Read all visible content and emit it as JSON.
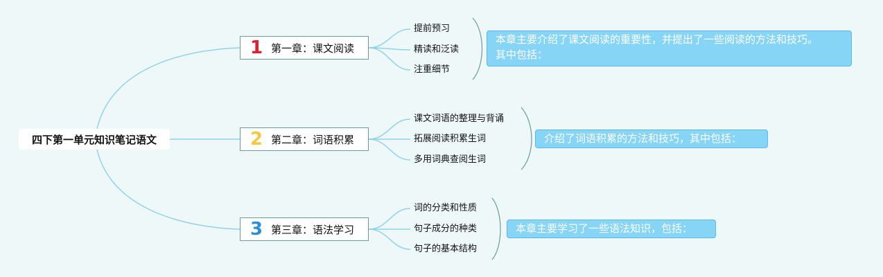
{
  "root": {
    "label": "四下第一单元知识笔记语文"
  },
  "chapters": [
    {
      "number": "1",
      "number_color": "#e0202e",
      "title": "第一章：课文阅读",
      "items": [
        "提前预习",
        "精读和泛读",
        "注重细节"
      ],
      "summary_line1": "本章主要介绍了课文阅读的重要性，并提出了一些阅读的方法和技巧。",
      "summary_line2": "其中包括："
    },
    {
      "number": "2",
      "number_color": "#f5c842",
      "title": "第二章：词语积累",
      "items": [
        "课文词语的整理与背诵",
        "拓展阅读积累生词",
        "多用词典查阅生词"
      ],
      "summary_line1": "介绍了词语积累的方法和技巧，其中包括："
    },
    {
      "number": "3",
      "number_color": "#2b8fd6",
      "title": "第三章：语法学习",
      "items": [
        "词的分类和性质",
        "句子成分的种类",
        "句子的基本结构"
      ],
      "summary_line1": "本章主要学习了一些语法知识，包括："
    }
  ],
  "colors": {
    "background": "#eef8f8",
    "connector": "#8fd3ea",
    "summary_fill": "#86d4f6",
    "summary_border": "#5cb7e3",
    "bracket": "#6b9b9b"
  }
}
